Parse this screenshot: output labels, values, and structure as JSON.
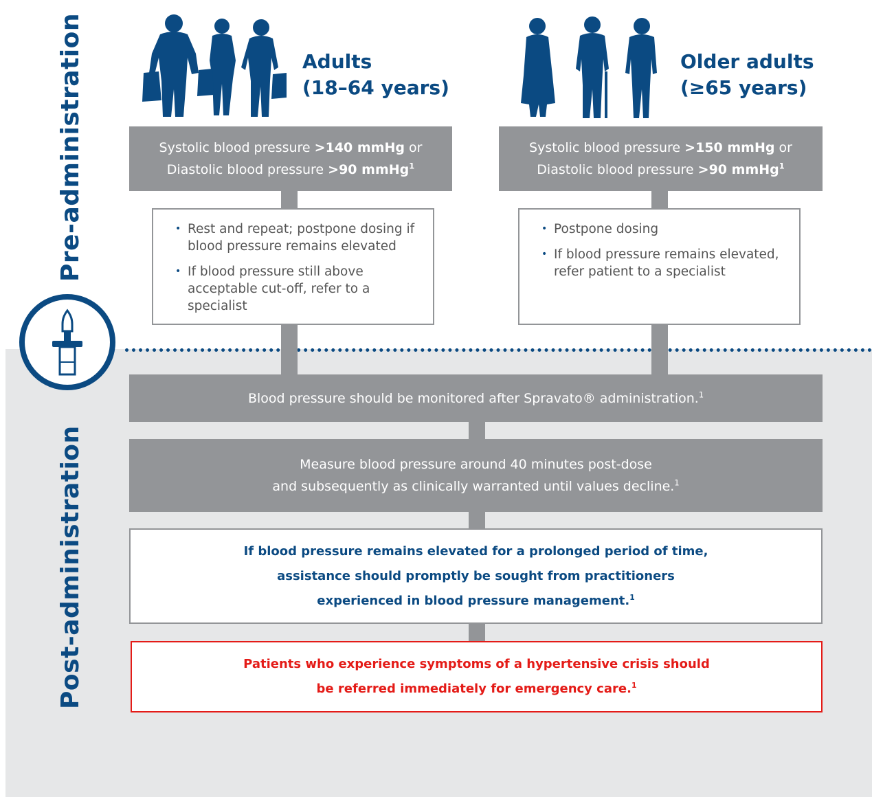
{
  "sections": {
    "pre": "Pre-administration",
    "post": "Post-administration"
  },
  "groups": {
    "adults": {
      "title_line1": "Adults",
      "title_line2": "(18–64 years)",
      "criteria": {
        "line1_prefix": "Systolic blood pressure ",
        "line1_value": ">140 mmHg",
        "line1_suffix": " or",
        "line2_prefix": "Diastolic blood pressure ",
        "line2_value": ">90 mmHg",
        "line2_ref": "1"
      },
      "actions": [
        "Rest and repeat; postpone dosing if blood pressure remains elevated",
        "If blood pressure still above acceptable cut-off, refer to a specialist"
      ]
    },
    "older": {
      "title_line1": "Older adults",
      "title_line2": "(≥65 years)",
      "criteria": {
        "line1_prefix": "Systolic blood pressure ",
        "line1_value": ">150 mmHg",
        "line1_suffix": " or",
        "line2_prefix": "Diastolic blood pressure ",
        "line2_value": ">90 mmHg",
        "line2_ref": "1"
      },
      "actions": [
        "Postpone dosing",
        "If blood pressure remains elevated, refer patient to a specialist"
      ]
    }
  },
  "post_steps": {
    "monitor": "Blood pressure should be monitored after Spravato® administration.",
    "monitor_ref": "1",
    "measure_line1": "Measure blood pressure around 40 minutes post-dose",
    "measure_line2": "and subsequently as clinically warranted until values decline.",
    "measure_ref": "1",
    "elevated_line1": "If blood pressure remains elevated for a prolonged period of time,",
    "elevated_line2": "assistance should promptly be sought from practitioners",
    "elevated_line3": "experienced in blood pressure management.",
    "elevated_ref": "1",
    "crisis_line1": "Patients who experience symptoms of a hypertensive crisis should",
    "crisis_line2": "be referred immediately for emergency care.",
    "crisis_ref": "1"
  },
  "colors": {
    "brand_blue": "#0b4a82",
    "box_grey": "#939598",
    "post_background": "#e6e7e8",
    "alert_red": "#e41b17"
  },
  "icons": [
    "adults-silhouettes-icon",
    "older-adults-silhouettes-icon",
    "nasal-spray-device-icon"
  ]
}
